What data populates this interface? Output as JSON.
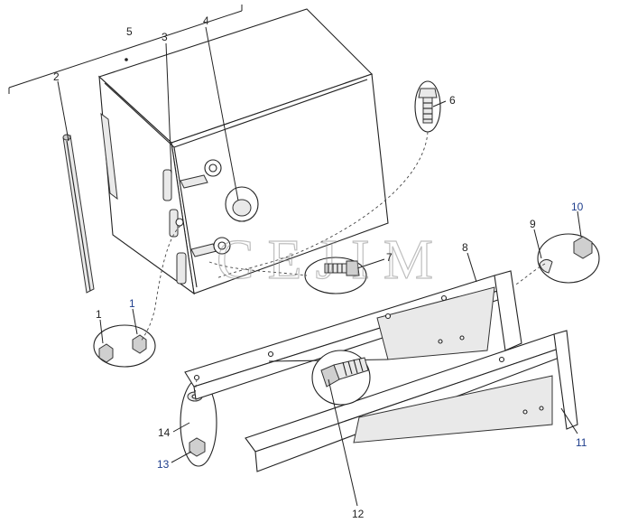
{
  "watermark": "CEJIM",
  "callouts": {
    "c1a": "1",
    "c1b": "1",
    "c2": "2",
    "c3": "3",
    "c4": "4",
    "c5": "5",
    "c6": "6",
    "c7": "7",
    "c8": "8",
    "c9": "9",
    "c10": "10",
    "c11": "11",
    "c12": "12",
    "c13": "13",
    "c14": "14"
  },
  "colors": {
    "line": "#222222",
    "blue_label": "#1f3e8c",
    "watermark": "#8a8a8a"
  }
}
